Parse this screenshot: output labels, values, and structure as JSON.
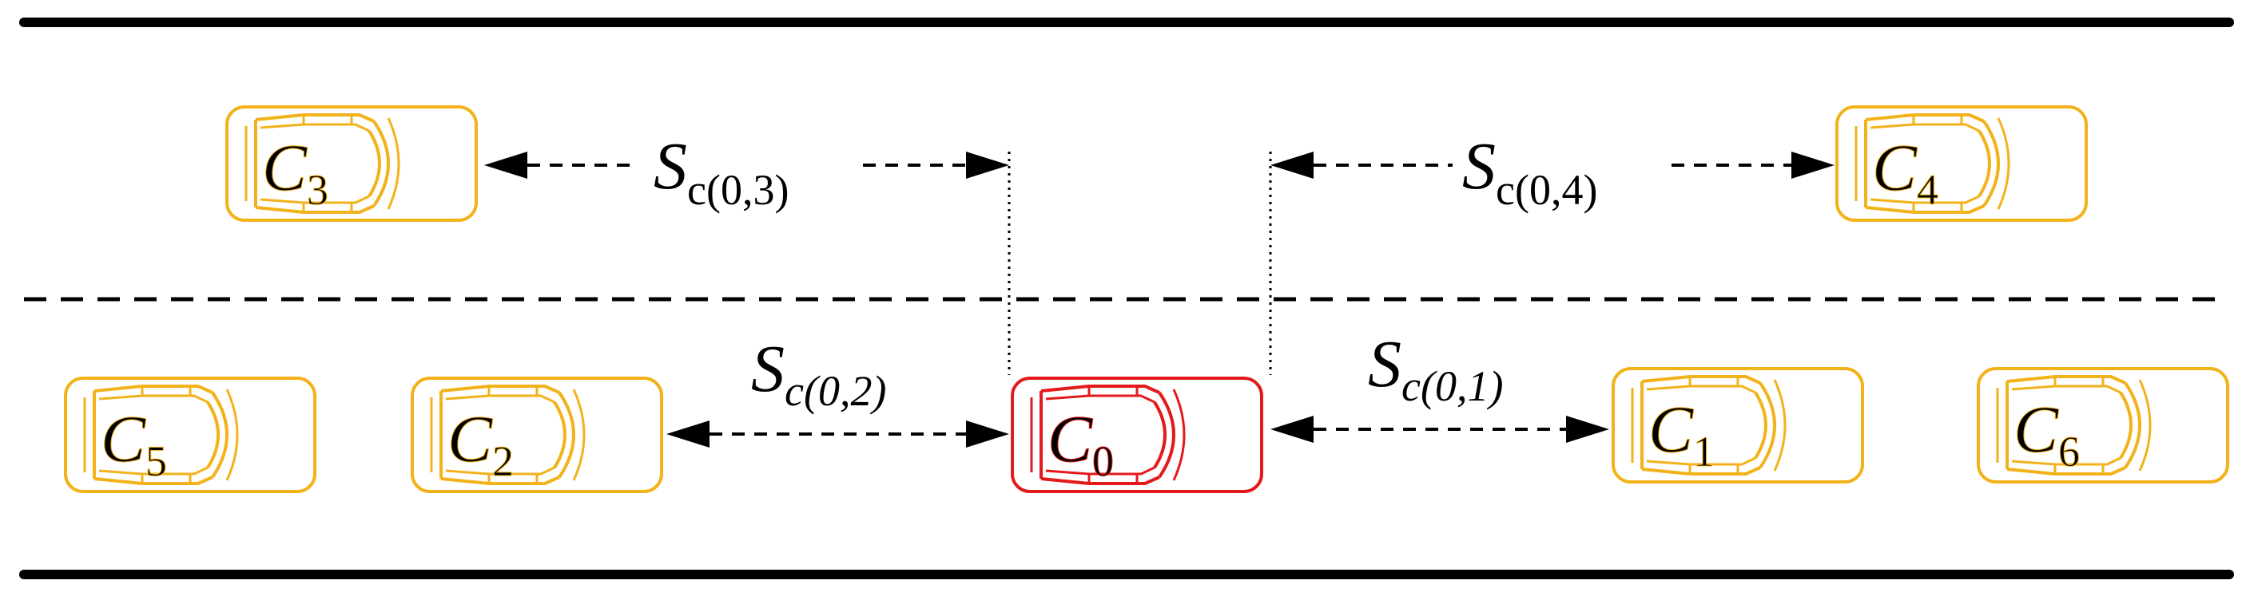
{
  "vehicles": [
    {
      "id": "ego",
      "base": "C",
      "sub": "0"
    },
    {
      "id": "front-right",
      "base": "C",
      "sub": "1"
    },
    {
      "id": "rear",
      "base": "C",
      "sub": "2"
    },
    {
      "id": "upper-left",
      "base": "C",
      "sub": "3"
    },
    {
      "id": "upper-right",
      "base": "C",
      "sub": "4"
    },
    {
      "id": "far-left",
      "base": "C",
      "sub": "5"
    },
    {
      "id": "far-right",
      "base": "C",
      "sub": "6"
    }
  ],
  "distances": [
    {
      "id": "gap-0-3",
      "base": "S",
      "sub": "c(0,3)",
      "sub_style": "upright"
    },
    {
      "id": "gap-0-4",
      "base": "S",
      "sub": "c(0,4)",
      "sub_style": "upright"
    },
    {
      "id": "gap-0-2",
      "base": "S",
      "sub": "c(0,2)",
      "sub_style": "italic"
    },
    {
      "id": "gap-0-1",
      "base": "S",
      "sub": "c(0,1)",
      "sub_style": "italic"
    }
  ],
  "colors": {
    "ego_vehicle": "#e31a1c",
    "other_vehicle": "#f2b21a",
    "road_line": "#000000",
    "background": "#ffffff"
  }
}
